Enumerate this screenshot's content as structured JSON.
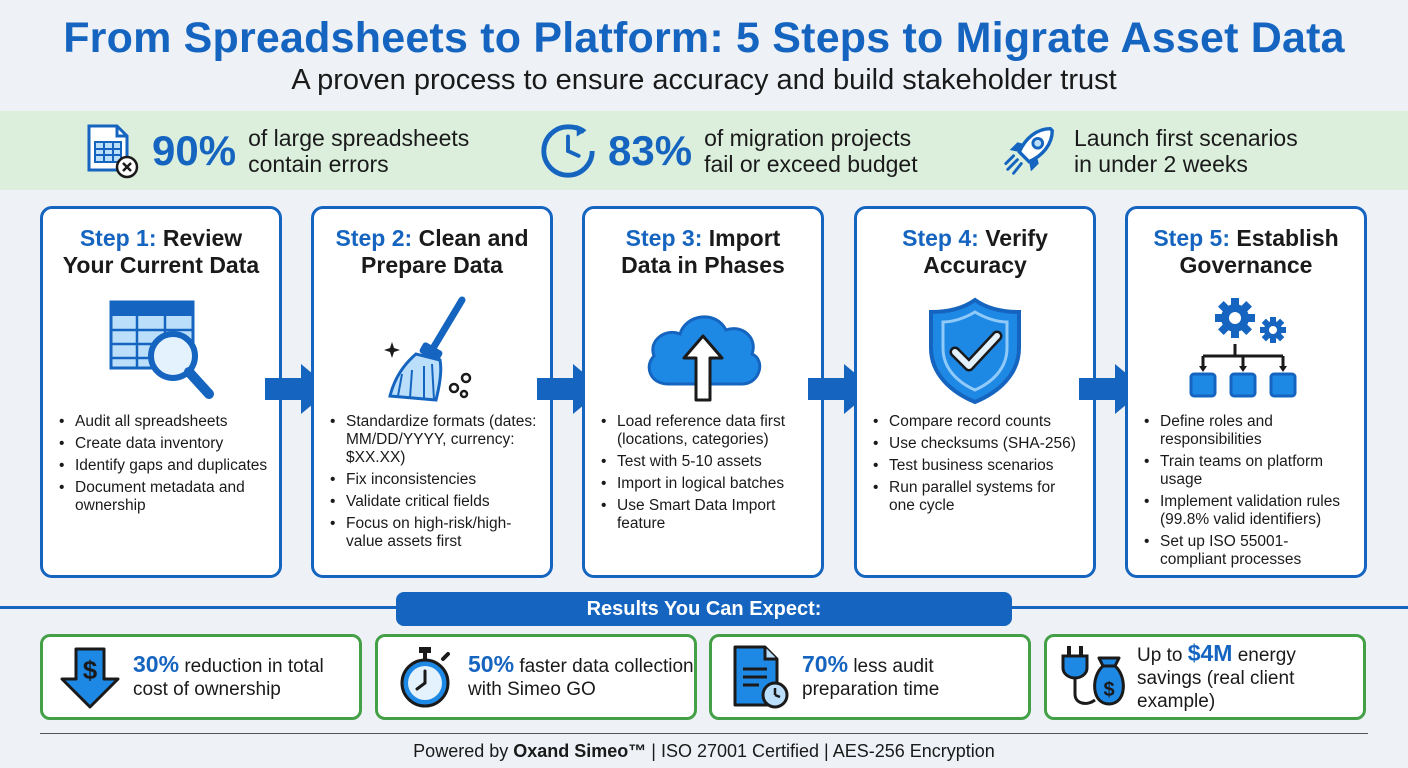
{
  "header": {
    "title": "From Spreadsheets to Platform: 5 Steps to Migrate Asset Data",
    "subtitle": "A proven process to ensure accuracy and build stakeholder trust"
  },
  "stats": [
    {
      "icon": "spreadsheet-error-icon",
      "value": "90%",
      "line1": "of large spreadsheets",
      "line2": "contain errors"
    },
    {
      "icon": "clock-refresh-icon",
      "value": "83%",
      "line1": "of migration projects",
      "line2": "fail or exceed budget"
    },
    {
      "icon": "rocket-icon",
      "value": "",
      "line1": "Launch first scenarios",
      "line2": "in under 2 weeks"
    }
  ],
  "steps": [
    {
      "num": "Step 1:",
      "title_a": "Review",
      "title_b": "Your Current Data",
      "icon": "table-magnifier-icon",
      "items": [
        "Audit all spreadsheets",
        "Create data inventory",
        "Identify gaps and duplicates",
        "Document metadata and ownership"
      ]
    },
    {
      "num": "Step 2:",
      "title_a": "Clean and",
      "title_b": "Prepare Data",
      "icon": "broom-icon",
      "items": [
        "Standardize formats (dates: MM/DD/YYYY, currency: $XX.XX)",
        "Fix inconsistencies",
        "Validate critical fields",
        "Focus on high-risk/high-value assets first"
      ]
    },
    {
      "num": "Step 3:",
      "title_a": "Import",
      "title_b": "Data in Phases",
      "icon": "cloud-upload-icon",
      "items": [
        "Load reference data first (locations, categories)",
        "Test with 5-10 assets",
        "Import in logical batches",
        "Use Smart Data Import feature"
      ]
    },
    {
      "num": "Step 4:",
      "title_a": "Verify",
      "title_b": "Accuracy",
      "icon": "shield-check-icon",
      "items": [
        "Compare record counts",
        "Use checksums (SHA-256)",
        "Test business scenarios",
        "Run parallel systems for one cycle"
      ]
    },
    {
      "num": "Step 5:",
      "title_a": "Establish",
      "title_b": "Governance",
      "icon": "gears-hierarchy-icon",
      "items": [
        "Define roles and responsibilities",
        "Train teams on platform usage",
        "Implement validation rules (99.8% valid identifiers)",
        "Set up ISO 55001-compliant processes"
      ]
    }
  ],
  "results": {
    "banner": "Results You Can Expect:",
    "items": [
      {
        "icon": "dollar-down-arrow-icon",
        "value": "30%",
        "text": " reduction in total cost of ownership"
      },
      {
        "icon": "stopwatch-icon",
        "value": "50%",
        "text": " faster data collection with Simeo GO"
      },
      {
        "icon": "document-clock-icon",
        "value": "70%",
        "text": " less audit preparation time"
      },
      {
        "icon": "plug-money-bag-icon",
        "prefix": "Up to ",
        "value": "$4M",
        "text": " energy savings (real client example)"
      }
    ]
  },
  "footer": {
    "prefix": "Powered by ",
    "brand": "Oxand Simeo™",
    "rest": " | ISO 27001 Certified | AES-256 Encryption"
  },
  "colors": {
    "primary": "#1565c0",
    "green": "#43a047",
    "band": "#dcefdd",
    "background": "#eef2f7"
  }
}
